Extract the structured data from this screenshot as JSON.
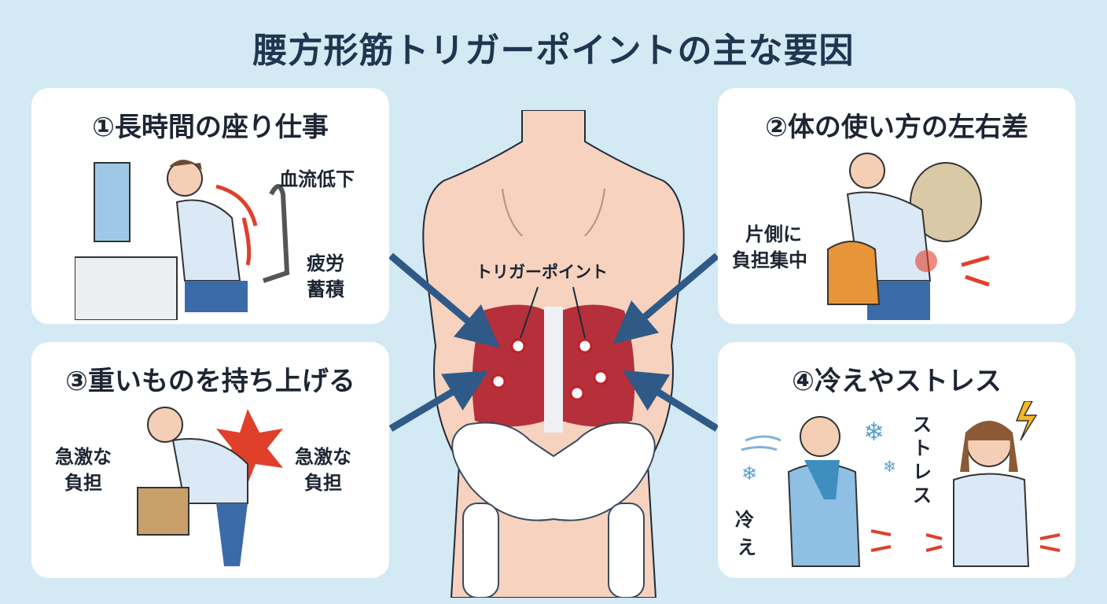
{
  "title": "腰方形筋トリガーポイントの主な要因",
  "center": {
    "trigger_label": "トリガーポイント"
  },
  "panels": [
    {
      "title": "①長時間の座り仕事",
      "labels": [
        "血流低下",
        "疲労",
        "蓄積"
      ]
    },
    {
      "title": "②体の使い方の左右差",
      "labels": [
        "片側に",
        "負担集中"
      ]
    },
    {
      "title": "③重いものを持ち上げる",
      "labels": [
        "急激な",
        "負担",
        "急激な",
        "負担"
      ]
    },
    {
      "title": "④冷えやストレス",
      "labels": [
        "ストレス",
        "冷",
        "え"
      ]
    }
  ],
  "colors": {
    "background": "#d3e9f3",
    "title": "#1f3550",
    "muscle": "#b5303a",
    "arrow": "#2f5a88",
    "accent_red": "#e0402a"
  }
}
